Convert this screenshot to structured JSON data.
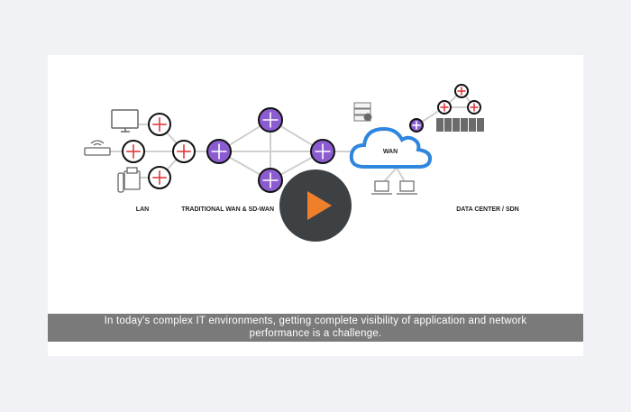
{
  "diagram": {
    "labels": {
      "lan": "LAN",
      "wan": "TRADITIONAL WAN & SD-WAN",
      "datacenter": "DATA CENTER / SDN",
      "cloud": "WAN"
    },
    "colors": {
      "lan_router": "#e03a3a",
      "wan_router": "#8a5cd0",
      "cloud": "#2e86de",
      "play_accent": "#f07f2c"
    }
  },
  "player": {
    "play_icon": "play-icon"
  },
  "caption": {
    "line1": "In today's complex IT environments, getting complete visibility of application and network",
    "line2": "performance is a challenge."
  }
}
